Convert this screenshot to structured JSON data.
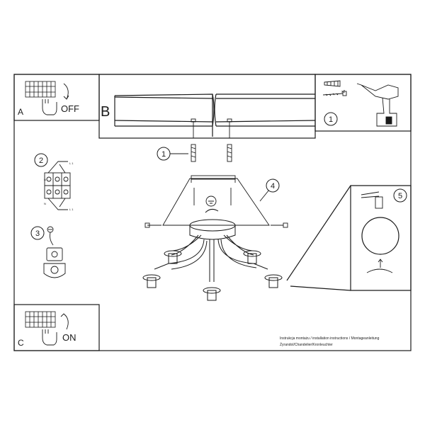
{
  "panels": {
    "a": {
      "letter": "A",
      "state": "OFF"
    },
    "b": {
      "letter": "B"
    },
    "c": {
      "letter": "C",
      "state": "ON"
    }
  },
  "steps": {
    "one_tools": "1",
    "one_screws": "1",
    "two": "2",
    "three": "3",
    "four": "4",
    "five": "5"
  },
  "hardware": {
    "quantity": "x2"
  },
  "wiring": {
    "neutral": "N",
    "live": "L 1"
  },
  "footer": {
    "line1": "Instrukcja montażu / installation instructions / Montageanleitung",
    "line2": "Żyrandol/Chandelier/Kronleuchter"
  },
  "colors": {
    "line": "#1a1a1a",
    "background": "#ffffff"
  }
}
